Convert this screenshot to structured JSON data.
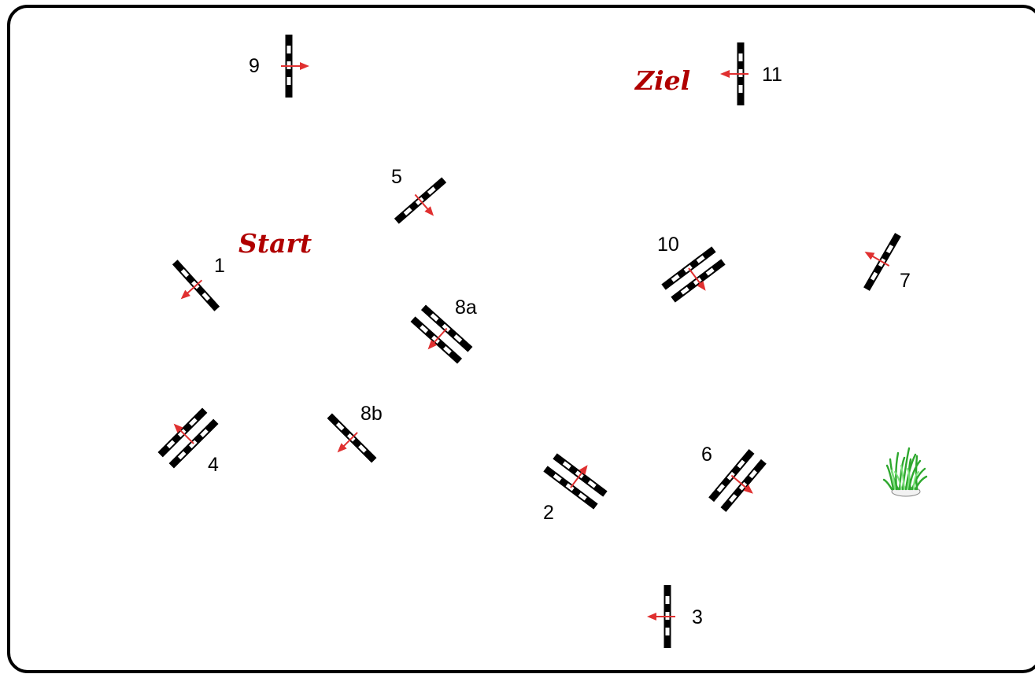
{
  "labels": {
    "start": "Start",
    "ziel": "Ziel"
  },
  "colors": {
    "arrow": "#e03030",
    "title": "#b00000",
    "bar": "#000000",
    "border": "#000000",
    "plant": "#3cc23c"
  },
  "obstacles": [
    {
      "id": "1",
      "label": "1",
      "type": "single"
    },
    {
      "id": "2",
      "label": "2",
      "type": "double"
    },
    {
      "id": "3",
      "label": "3",
      "type": "single"
    },
    {
      "id": "4",
      "label": "4",
      "type": "double"
    },
    {
      "id": "5",
      "label": "5",
      "type": "single"
    },
    {
      "id": "6",
      "label": "6",
      "type": "double"
    },
    {
      "id": "7",
      "label": "7",
      "type": "single"
    },
    {
      "id": "8a",
      "label": "8a",
      "type": "double"
    },
    {
      "id": "8b",
      "label": "8b",
      "type": "single"
    },
    {
      "id": "9",
      "label": "9",
      "type": "single"
    },
    {
      "id": "10",
      "label": "10",
      "type": "double"
    },
    {
      "id": "11",
      "label": "11",
      "type": "single"
    }
  ],
  "decoration": {
    "icon": "plant-icon"
  }
}
